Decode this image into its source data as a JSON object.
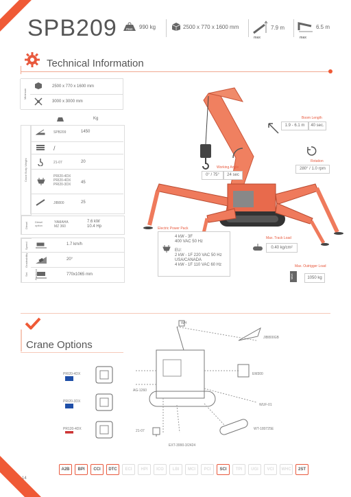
{
  "header": {
    "model": "SPB209",
    "max_weight": "990 kg",
    "max_badge": "max",
    "dimensions": "2500 x 770 x 1600 mm",
    "height": "7.9 m",
    "height_badge": "max",
    "reach": "6.5 m",
    "reach_badge": "max"
  },
  "technical": {
    "title": "Technical Information",
    "side_labels": [
      "Minimum",
      "Outrigger",
      "Crane Body Weight",
      "Diesel",
      "Speed",
      "Gradeability",
      "Set Footprint"
    ],
    "dims_row1": "2500 x 770 x 1600 mm",
    "dims_row2": "3000 x 3000 mm",
    "kg_header": "Kg",
    "weights": [
      {
        "name": "SPB209",
        "value": "1450"
      },
      {
        "name": "",
        "value": "/"
      },
      {
        "name": "21-07",
        "value": "20"
      },
      {
        "name": "PRI20-4DX\nPRI20-4DX\nPRI20-3DX",
        "value": "45"
      },
      {
        "name": "JIB800",
        "value": "25"
      }
    ],
    "diesel_label": "Diesel option",
    "diesel_name": "YAMAHA\nMZ 360",
    "diesel_value": "7.6 kW\n10.4 Hp",
    "speed": "1.7 km/h",
    "gradeability": "20°",
    "footprint": "770x1065 mm"
  },
  "callouts": {
    "boom_title": "Boom Length",
    "boom_len": "1.9 - 6.1 m",
    "boom_time": "40 sec.",
    "working_title": "Working Angle",
    "working_angle": "0° / 75°",
    "working_time": "24 sec",
    "rotation_title": "Rotation",
    "rotation": "280° / 1.0 rpm",
    "power_title": "Electric Power Pack",
    "power_line1": "4 kW - 3F",
    "power_line2": "400 VAC 50 Hz",
    "power_line3": "EU:",
    "power_line4": "2 kW - 1F 220 VAC 50 Hz",
    "power_line5": "USA/CANADA",
    "power_line6": "4 kW - 1F 110 VAC 60 Hz",
    "track_title": "Max. Track Load",
    "track_load": "0.40 kg/cm²",
    "outrigger_title": "Max. Outrigger Load",
    "outrigger_load": "1050 kg",
    "outrigger_badge": "MAX"
  },
  "options": {
    "title": "Crane Options",
    "items": [
      "PRI20-4DX",
      "PRI20-3DX",
      "PR120-4DX",
      "AG-1260",
      "21-07",
      "EXT-3990-3/2424",
      "WT-180725E",
      "WUF-01",
      "EM300",
      "JIB800GB",
      "WH"
    ]
  },
  "footer": {
    "page": "14",
    "pager": [
      "A2B",
      "BPI",
      "CCI",
      "DTC",
      "ECI",
      "HPI",
      "ICO",
      "LBI",
      "MCI",
      "PCI",
      "SCI",
      "TPI",
      "UGI",
      "VCI",
      "WHC",
      "2ST"
    ],
    "active": [
      "A2B",
      "BPI",
      "CCI",
      "DTC",
      "SCI",
      "2ST"
    ]
  }
}
